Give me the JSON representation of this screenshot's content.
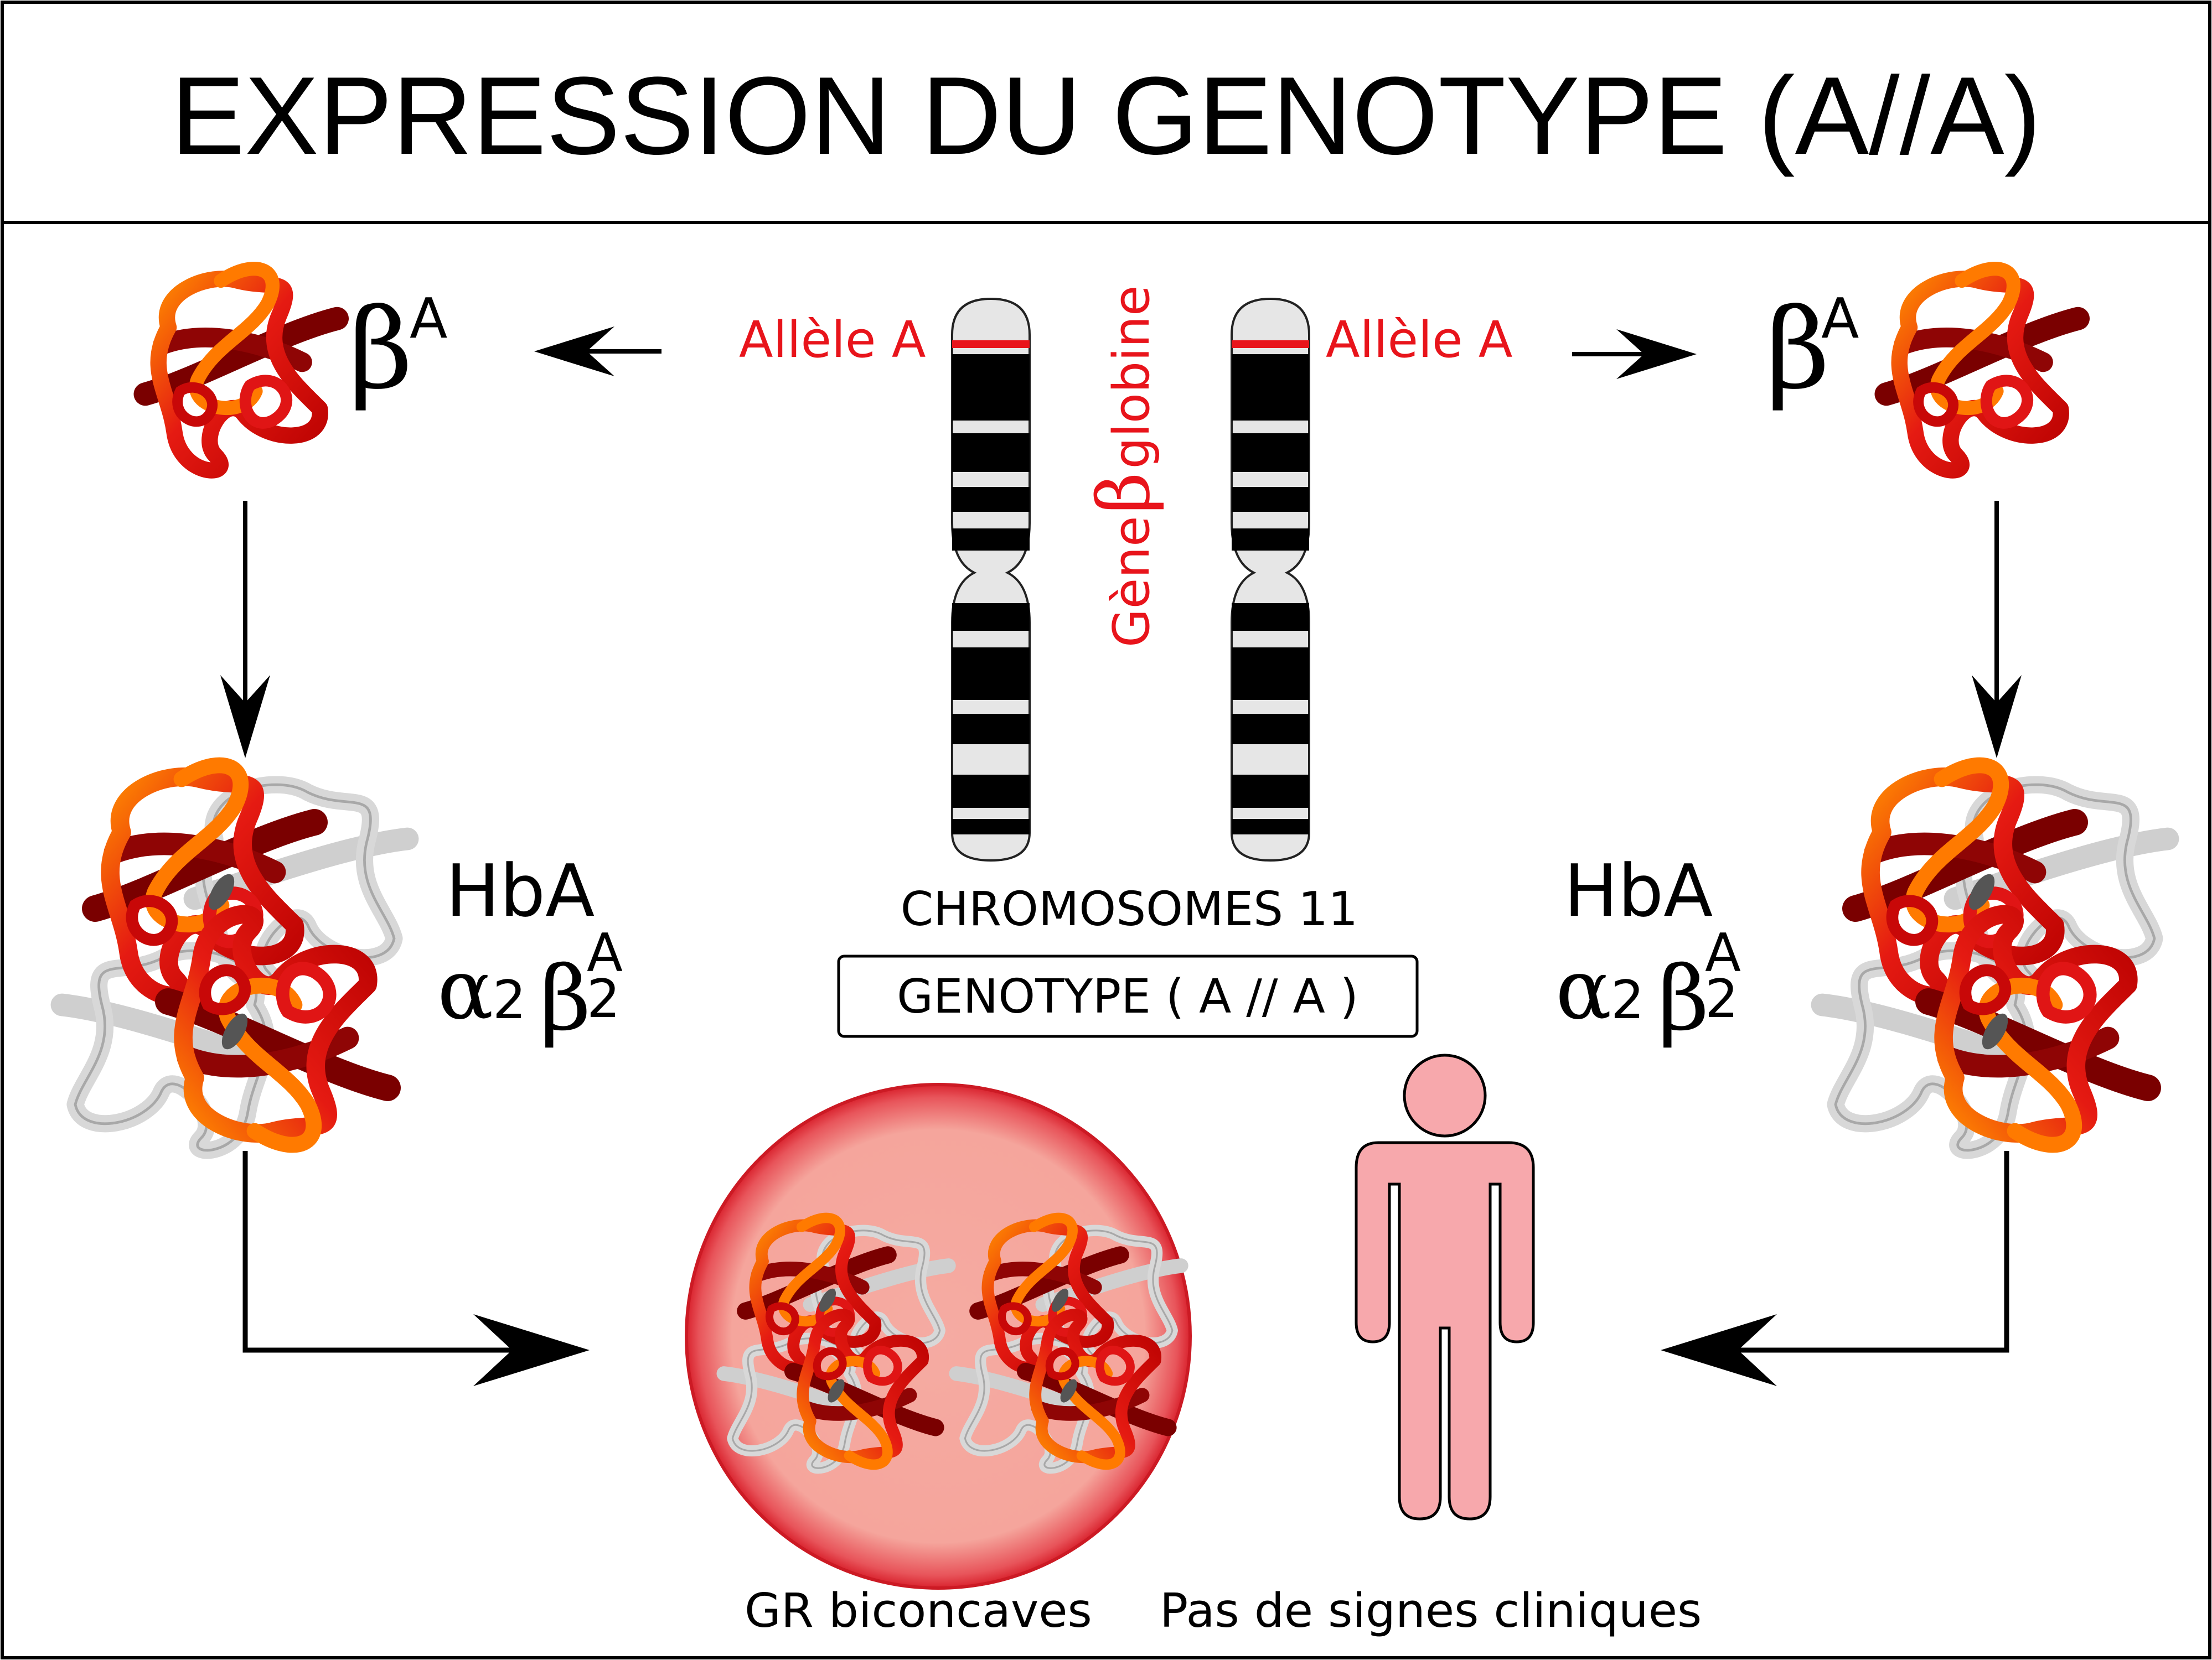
{
  "title": "EXPRESSION DU GENOTYPE (A//A)",
  "allele_left": "Allèle A",
  "allele_right": "Allèle A",
  "gene_label_part1": "Gène",
  "gene_label_beta": "β",
  "gene_label_part2": "globine",
  "beta_left": {
    "symbol": "β",
    "sup": "A"
  },
  "beta_right": {
    "symbol": "β",
    "sup": "A"
  },
  "hba_left": {
    "name": "HbA",
    "alpha": "α",
    "alpha_sub": "2",
    "beta": "β",
    "beta_sub": "2",
    "beta_sup": "A"
  },
  "hba_right": {
    "name": "HbA",
    "alpha": "α",
    "alpha_sub": "2",
    "beta": "β",
    "beta_sub": "2",
    "beta_sup": "A"
  },
  "chromosomes_label": "CHROMOSOMES 11",
  "genotype_label": "GENOTYPE ( A // A )",
  "rbc_label": "GR biconcaves",
  "clinical_label": "Pas de signes cliniques",
  "colors": {
    "allele_red": "#e8141b",
    "protein_red": "#e01515",
    "protein_orange": "#ff8c00",
    "protein_dark": "#7a0000",
    "cell_fill": "#f5a9a0",
    "person_fill": "#f7a8ac"
  },
  "icons": [
    "protein-beta-icon",
    "hemoglobin-icon",
    "red-blood-cell-icon",
    "person-icon",
    "chromosome-icon"
  ]
}
